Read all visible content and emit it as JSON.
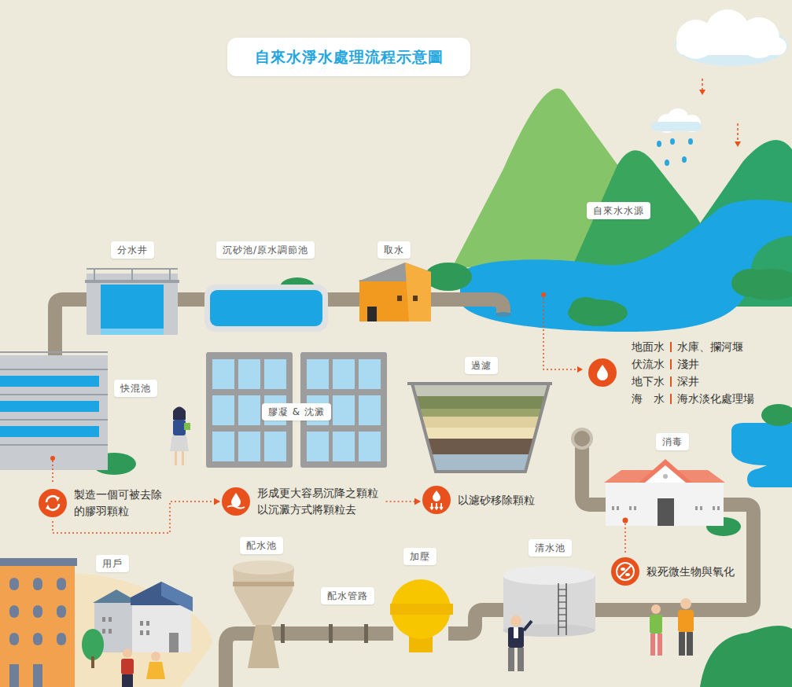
{
  "diagram": {
    "title": "自來水淨水處理流程示意圖",
    "nodes": [
      {
        "text": [
          "自來水水源"
        ]
      },
      {
        "text": [
          "分水井"
        ]
      },
      {
        "text": [
          "沉砂池/原水調節池"
        ]
      },
      {
        "text": [
          "取水"
        ]
      },
      {
        "text": [
          "地面水",
          "水庫、攔河堰",
          "伏流水",
          "淺井",
          "地下水",
          "深井",
          "海水",
          "海水淡化處理場"
        ]
      },
      {
        "text": [
          "過濾"
        ]
      },
      {
        "text": [
          "快混池"
        ]
      },
      {
        "text": [
          "膠凝 & 沈澱"
        ]
      },
      {
        "text": [
          "消毒"
        ]
      },
      {
        "text": [
          "製造一個可被去除 的膠羽顆粒"
        ]
      },
      {
        "text": [
          "形成更大容易沉降之顆粒 以沉澱方式將顆粒去"
        ]
      },
      {
        "text": [
          "以濾砂移除顆粒"
        ]
      },
      {
        "text": [
          "配水池"
        ]
      },
      {
        "text": [
          "清水池"
        ]
      },
      {
        "text": [
          "加壓"
        ]
      },
      {
        "text": [
          "用戶"
        ]
      },
      {
        "text": [
          "殺死微生物與氧化"
        ]
      },
      {
        "text": [
          "配水管路"
        ]
      }
    ],
    "edges": [
      {
        "from": 9,
        "to": 10,
        "arrow": "to"
      },
      {
        "from": 10,
        "to": 11,
        "arrow": "to"
      }
    ]
  }
}
